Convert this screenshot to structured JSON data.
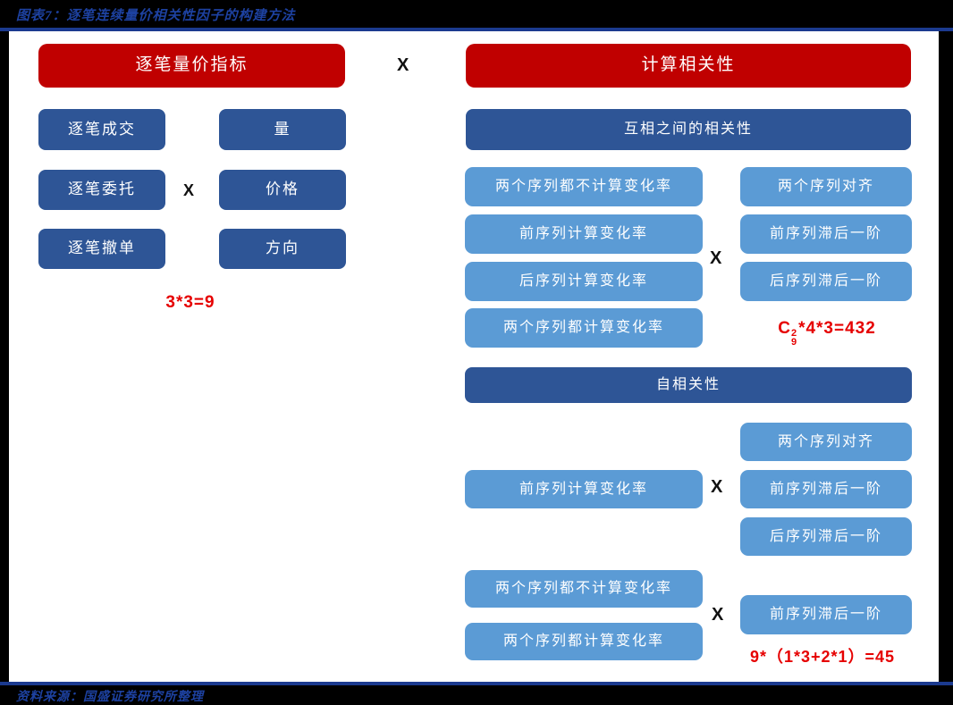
{
  "colors": {
    "background": "#000000",
    "panel": "#ffffff",
    "title_blue": "#1d41a0",
    "rule_blue": "#1b3a8f",
    "header_red": "#c00000",
    "dark_blue": "#2e5596",
    "light_blue": "#5b9bd5",
    "formula_red": "#e60000",
    "multiply_black": "#111111"
  },
  "header": {
    "title": "图表7：逐笔连续量价相关性因子的构建方法"
  },
  "footer": {
    "source": "资料来源：国盛证券研究所整理"
  },
  "connector": {
    "multiply": "X"
  },
  "left_group": {
    "header": "逐笔量价指标",
    "event_types": [
      "逐笔成交",
      "逐笔委托",
      "逐笔撤单"
    ],
    "attributes": [
      "量",
      "价格",
      "方向"
    ],
    "inner_multiply": "X",
    "formula": "3*3=9"
  },
  "right_group": {
    "header": "计算相关性",
    "cross_section": {
      "header": "互相之间的相关性",
      "left_options": [
        "两个序列都不计算变化率",
        "前序列计算变化率",
        "后序列计算变化率",
        "两个序列都计算变化率"
      ],
      "multiply": "X",
      "right_options": [
        "两个序列对齐",
        "前序列滞后一阶",
        "后序列滞后一阶"
      ],
      "formula": {
        "base": "C",
        "sup": "2",
        "sub": "9",
        "rest": "*4*3=432"
      }
    },
    "auto_section": {
      "header": "自相关性",
      "left_option": "前序列计算变化率",
      "multiply": "X",
      "right_options": [
        "两个序列对齐",
        "前序列滞后一阶",
        "后序列滞后一阶"
      ]
    },
    "final_section": {
      "left_options": [
        "两个序列都不计算变化率",
        "两个序列都计算变化率"
      ],
      "multiply": "X",
      "right_option": "前序列滞后一阶",
      "formula": "9*（1*3+2*1）=45"
    }
  }
}
